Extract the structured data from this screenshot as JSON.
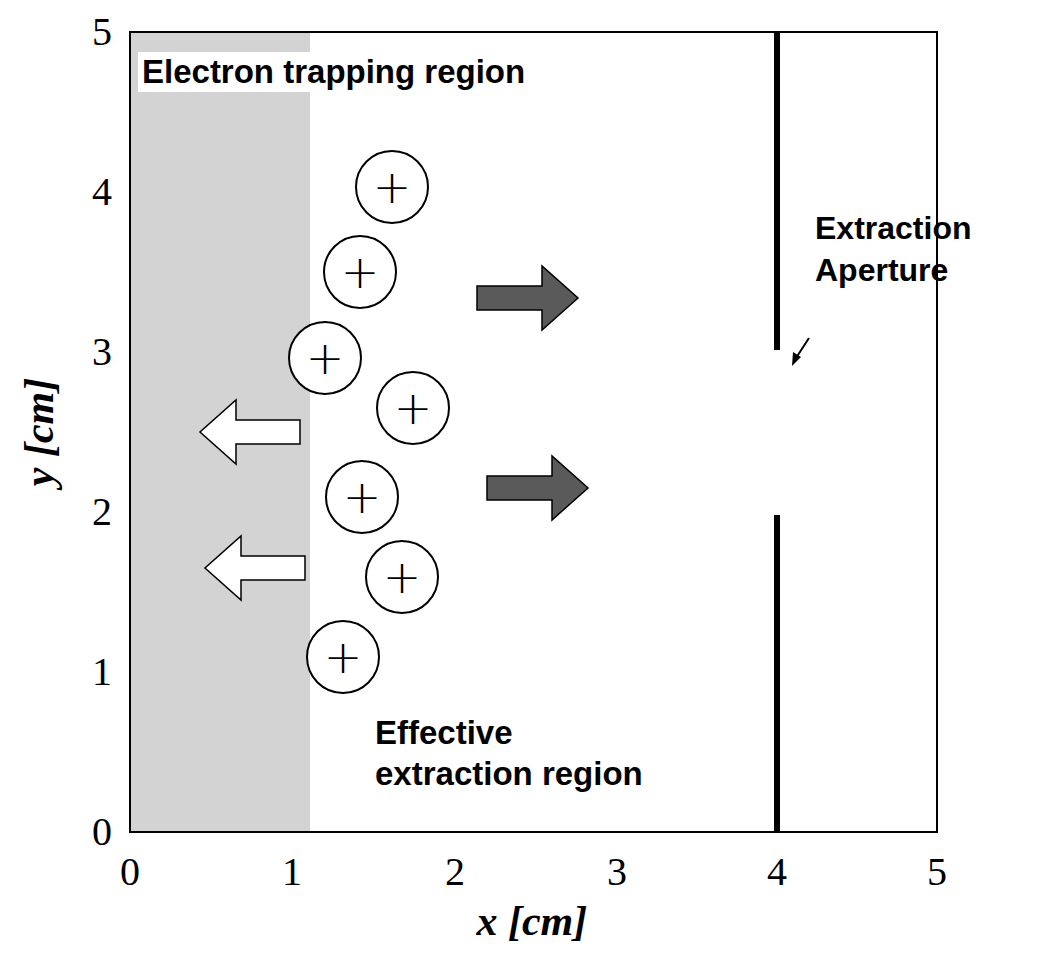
{
  "diagram": {
    "nodes": [
      {
        "text": [
          "+"
        ]
      },
      {
        "text": [
          "+"
        ]
      },
      {
        "text": [
          "+"
        ]
      },
      {
        "text": [
          "+"
        ]
      },
      {
        "text": [
          "+"
        ]
      },
      {
        "text": [
          "+"
        ]
      },
      {
        "text": [
          "+"
        ]
      }
    ],
    "labels": [
      "Electron trapping region",
      "Extraction Aperture",
      "Effective extraction region",
      "5",
      "4",
      "3",
      "2",
      "1",
      "0",
      "0",
      "1",
      "2",
      "3",
      "4",
      "5",
      "y [cm]",
      "x [cm]"
    ]
  }
}
